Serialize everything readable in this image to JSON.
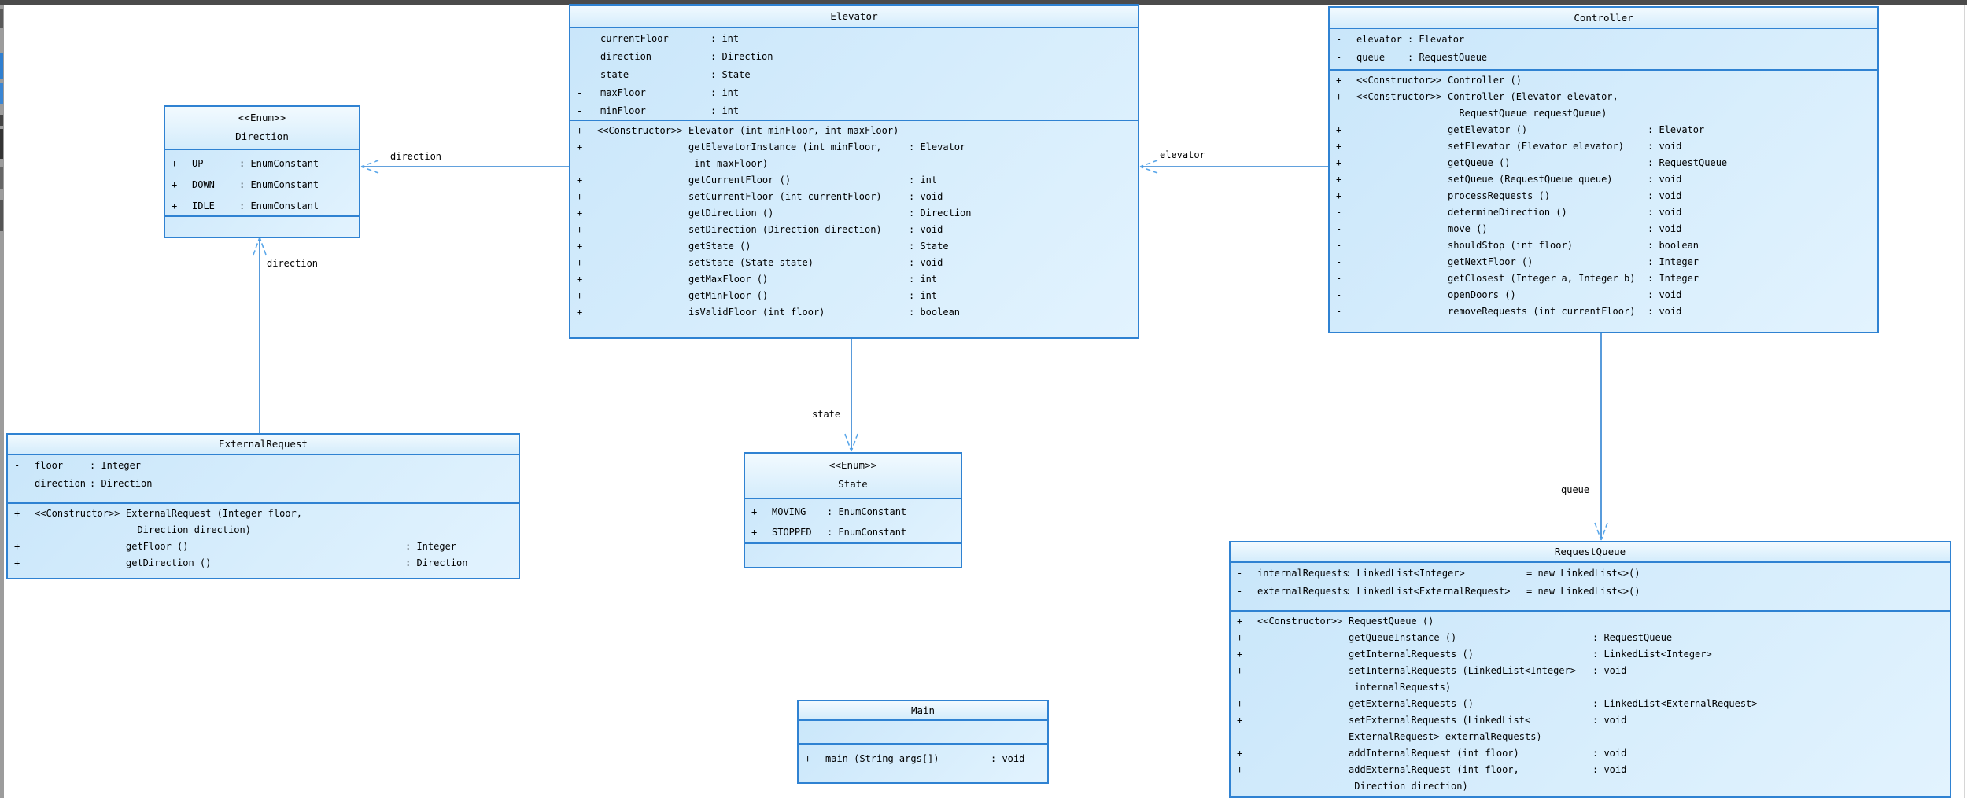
{
  "diagram_type": "UML class diagram",
  "colors": {
    "box_border": "#2f82d2",
    "connector": "#2f82d2",
    "arrowhead": "#5aa7ea",
    "title_bg_top": "#f2fafe",
    "title_bg_bottom": "#d4ecfc",
    "body_bg_top": "#c9e6fa",
    "body_bg_bottom": "#e2f3fe",
    "window_edge": "#4b4b4b",
    "toolbar_edge": "#9c9c9c"
  },
  "classes": {
    "elevator": {
      "name": "Elevator",
      "fields": [
        {
          "vis": "-",
          "name": "currentFloor",
          "type": ": int"
        },
        {
          "vis": "-",
          "name": "direction",
          "type": ": Direction"
        },
        {
          "vis": "-",
          "name": "state",
          "type": ": State"
        },
        {
          "vis": "-",
          "name": "maxFloor",
          "type": ": int"
        },
        {
          "vis": "-",
          "name": "minFloor",
          "type": ": int"
        }
      ],
      "methods": [
        {
          "vis": "+",
          "stereo": "<<Constructor>>",
          "sig": "Elevator (int minFloor, int maxFloor)",
          "ret": ""
        },
        {
          "vis": "+",
          "stereo": "",
          "sig": "getElevatorInstance (int minFloor,\n int maxFloor)",
          "ret": ": Elevator"
        },
        {
          "vis": "+",
          "stereo": "",
          "sig": "getCurrentFloor ()",
          "ret": ": int"
        },
        {
          "vis": "+",
          "stereo": "",
          "sig": "setCurrentFloor (int currentFloor)",
          "ret": ": void"
        },
        {
          "vis": "+",
          "stereo": "",
          "sig": "getDirection ()",
          "ret": ": Direction"
        },
        {
          "vis": "+",
          "stereo": "",
          "sig": "setDirection (Direction direction)",
          "ret": ": void"
        },
        {
          "vis": "+",
          "stereo": "",
          "sig": "getState ()",
          "ret": ": State"
        },
        {
          "vis": "+",
          "stereo": "",
          "sig": "setState (State state)",
          "ret": ": void"
        },
        {
          "vis": "+",
          "stereo": "",
          "sig": "getMaxFloor ()",
          "ret": ": int"
        },
        {
          "vis": "+",
          "stereo": "",
          "sig": "getMinFloor ()",
          "ret": ": int"
        },
        {
          "vis": "+",
          "stereo": "",
          "sig": "isValidFloor (int floor)",
          "ret": ": boolean"
        }
      ]
    },
    "controller": {
      "name": "Controller",
      "fields": [
        {
          "vis": "-",
          "name": "elevator",
          "type": ": Elevator"
        },
        {
          "vis": "-",
          "name": "queue",
          "type": ": RequestQueue"
        }
      ],
      "methods": [
        {
          "vis": "+",
          "stereo": "<<Constructor>>",
          "sig": "Controller ()",
          "ret": ""
        },
        {
          "vis": "+",
          "stereo": "<<Constructor>>",
          "sig": "Controller (Elevator elevator,\n  RequestQueue requestQueue)",
          "ret": ""
        },
        {
          "vis": "+",
          "stereo": "",
          "sig": "getElevator ()",
          "ret": ": Elevator"
        },
        {
          "vis": "+",
          "stereo": "",
          "sig": "setElevator (Elevator elevator)",
          "ret": ": void"
        },
        {
          "vis": "+",
          "stereo": "",
          "sig": "getQueue ()",
          "ret": ": RequestQueue"
        },
        {
          "vis": "+",
          "stereo": "",
          "sig": "setQueue (RequestQueue queue)",
          "ret": ": void"
        },
        {
          "vis": "+",
          "stereo": "",
          "sig": "processRequests ()",
          "ret": ": void"
        },
        {
          "vis": "-",
          "stereo": "",
          "sig": "determineDirection ()",
          "ret": ": void"
        },
        {
          "vis": "-",
          "stereo": "",
          "sig": "move ()",
          "ret": ": void"
        },
        {
          "vis": "-",
          "stereo": "",
          "sig": "shouldStop (int floor)",
          "ret": ": boolean"
        },
        {
          "vis": "-",
          "stereo": "",
          "sig": "getNextFloor ()",
          "ret": ": Integer"
        },
        {
          "vis": "-",
          "stereo": "",
          "sig": "getClosest (Integer a, Integer b)",
          "ret": ": Integer"
        },
        {
          "vis": "-",
          "stereo": "",
          "sig": "openDoors ()",
          "ret": ": void"
        },
        {
          "vis": "-",
          "stereo": "",
          "sig": "removeRequests (int currentFloor)",
          "ret": ": void"
        }
      ]
    },
    "direction": {
      "stereotype": "<<Enum>>",
      "name": "Direction",
      "fields": [
        {
          "vis": "+",
          "name": "UP",
          "type": ": EnumConstant"
        },
        {
          "vis": "+",
          "name": "DOWN",
          "type": ": EnumConstant"
        },
        {
          "vis": "+",
          "name": "IDLE",
          "type": ": EnumConstant"
        }
      ],
      "methods": []
    },
    "state": {
      "stereotype": "<<Enum>>",
      "name": "State",
      "fields": [
        {
          "vis": "+",
          "name": "MOVING",
          "type": ": EnumConstant"
        },
        {
          "vis": "+",
          "name": "STOPPED",
          "type": ": EnumConstant"
        }
      ],
      "methods": []
    },
    "external_request": {
      "name": "ExternalRequest",
      "fields": [
        {
          "vis": "-",
          "name": "floor",
          "type": ": Integer"
        },
        {
          "vis": "-",
          "name": "direction",
          "type": ": Direction"
        }
      ],
      "methods": [
        {
          "vis": "+",
          "stereo": "<<Constructor>>",
          "sig": "ExternalRequest (Integer floor,\n  Direction direction)",
          "ret": ""
        },
        {
          "vis": "+",
          "stereo": "",
          "sig": "getFloor ()",
          "ret": ": Integer"
        },
        {
          "vis": "+",
          "stereo": "",
          "sig": "getDirection ()",
          "ret": ": Direction"
        }
      ]
    },
    "request_queue": {
      "name": "RequestQueue",
      "fields": [
        {
          "vis": "-",
          "name": "internalRequests",
          "type": ": LinkedList<Integer>",
          "default": "= new LinkedList<>()"
        },
        {
          "vis": "-",
          "name": "externalRequests",
          "type": ": LinkedList<ExternalRequest>",
          "default": "= new LinkedList<>()"
        }
      ],
      "methods": [
        {
          "vis": "+",
          "stereo": "<<Constructor>>",
          "sig": "RequestQueue ()",
          "ret": ""
        },
        {
          "vis": "+",
          "stereo": "",
          "sig": "getQueueInstance ()",
          "ret": ": RequestQueue"
        },
        {
          "vis": "+",
          "stereo": "",
          "sig": "getInternalRequests ()",
          "ret": ": LinkedList<Integer>"
        },
        {
          "vis": "+",
          "stereo": "",
          "sig": "setInternalRequests (LinkedList<Integer>\n internalRequests)",
          "ret": ": void"
        },
        {
          "vis": "+",
          "stereo": "",
          "sig": "getExternalRequests ()",
          "ret": ": LinkedList<ExternalRequest>"
        },
        {
          "vis": "+",
          "stereo": "",
          "sig": "setExternalRequests (LinkedList<\nExternalRequest> externalRequests)",
          "ret": ": void"
        },
        {
          "vis": "+",
          "stereo": "",
          "sig": "addInternalRequest (int floor)",
          "ret": ": void"
        },
        {
          "vis": "+",
          "stereo": "",
          "sig": "addExternalRequest (int floor,\n Direction direction)",
          "ret": ": void"
        }
      ]
    },
    "main": {
      "name": "Main",
      "fields": [],
      "methods": [
        {
          "vis": "+",
          "stereo": "",
          "sig": "main (String args[])",
          "ret": ": void"
        }
      ]
    }
  },
  "associations": [
    {
      "label": "direction",
      "from": "Elevator",
      "to": "Direction"
    },
    {
      "label": "elevator",
      "from": "Controller",
      "to": "Elevator"
    },
    {
      "label": "direction",
      "from": "ExternalRequest",
      "to": "Direction"
    },
    {
      "label": "state",
      "from": "Elevator",
      "to": "State"
    },
    {
      "label": "queue",
      "from": "Controller",
      "to": "RequestQueue"
    }
  ]
}
